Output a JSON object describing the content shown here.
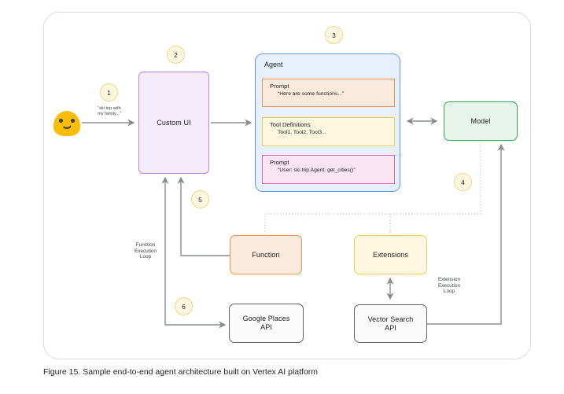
{
  "figure": {
    "caption": "Figure 15. Sample end-to-end agent architecture built on Vertex AI platform"
  },
  "palette": {
    "canvas_border": "#DADCE0",
    "arrow": "#878C91",
    "dotted": "#C7CACD",
    "text": "#202124",
    "blue_fill": "#E8F0FE",
    "blue_border": "#5E97F6",
    "purple_fill": "#F5ECFB",
    "purple_border": "#B089DC",
    "orange_fill": "#FCEBDC",
    "orange_border": "#EF934E",
    "yellow_fill": "#FEF7DF",
    "yellow_border": "#F1CC5C",
    "pink_fill": "#FBE5F2",
    "pink_border": "#EB67AF",
    "green_fill": "#E7F4EB",
    "green_border": "#34A853",
    "gray_fill": "#FBFBFC",
    "gray_border": "#5F6368",
    "badge_fill": "#FEF7E0",
    "badge_border": "#F5D386",
    "emoji_yellow": "#FBBC04"
  },
  "diagram": {
    "steps": [
      "1",
      "2",
      "3",
      "4",
      "5",
      "6"
    ],
    "user": {
      "icon": "smiley-blob-emoji",
      "quote": "“ski trip with\nmy family...”"
    },
    "nodes": {
      "custom_ui": {
        "label": "Custom UI"
      },
      "agent": {
        "label": "Agent",
        "children": [
          {
            "title": "Prompt",
            "detail": "“Here are some functions...”"
          },
          {
            "title": "Tool Definitions",
            "detail": "Tool1, Tool2, Tool3..."
          },
          {
            "title": "Prompt",
            "detail": "“User: ski trip Agent: get_cities()”"
          }
        ]
      },
      "model": {
        "label": "Model"
      },
      "function": {
        "label": "Function"
      },
      "extensions": {
        "label": "Extensions"
      },
      "google_places_api": {
        "label": "Google Places\nAPI"
      },
      "vector_search_api": {
        "label": "Vector Search\nAPI"
      }
    },
    "labels": {
      "function_loop": "Function\nExecution\nLoop",
      "extension_loop": "Extension\nExecution\nLoop"
    }
  }
}
